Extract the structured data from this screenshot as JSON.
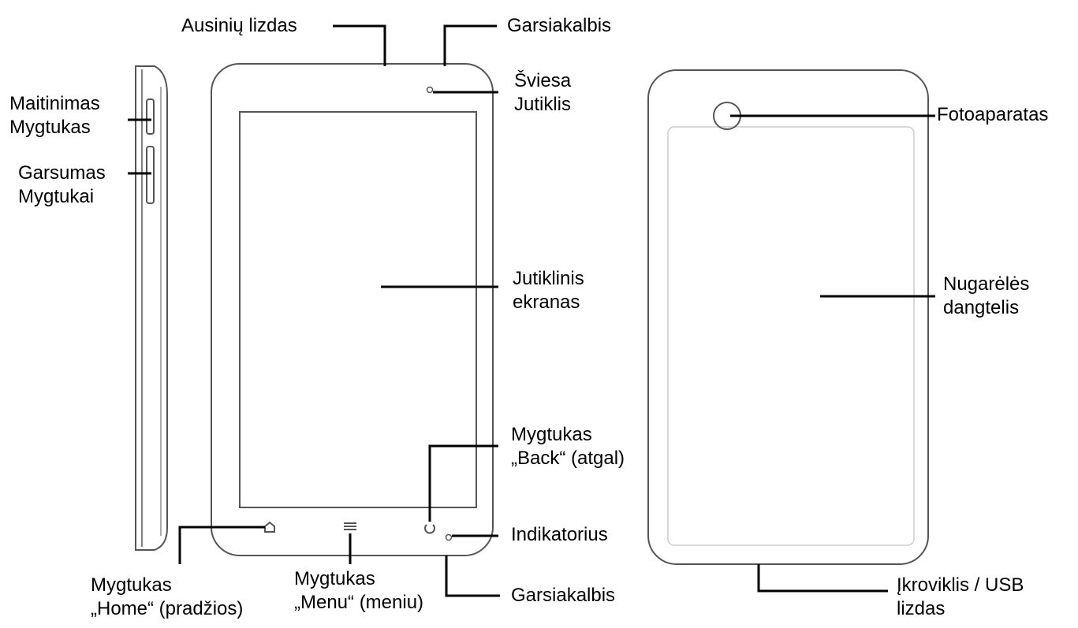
{
  "labels": {
    "headphone_jack": "Ausinių lizdas",
    "speaker_top": "Garsiakalbis",
    "light_sensor": [
      "Šviesa",
      "Jutiklis"
    ],
    "power_button": [
      "Maitinimas",
      "Mygtukas"
    ],
    "volume_buttons": [
      "Garsumas",
      "Mygtukai"
    ],
    "touchscreen": [
      "Jutiklinis",
      "ekranas"
    ],
    "back_button": [
      "Mygtukas",
      "„Back“ (atgal)"
    ],
    "indicator": "Indikatorius",
    "home_button": [
      "Mygtukas",
      "„Home“ (pradžios)"
    ],
    "menu_button": [
      "Mygtukas",
      "„Menu“ (meniu)"
    ],
    "speaker_bottom": "Garsiakalbis",
    "camera": "Fotoaparatas",
    "back_cover": [
      "Nugarėlės",
      "dangtelis"
    ],
    "charger_port": [
      "Įkroviklis / USB",
      "lizdas"
    ]
  },
  "colors": {
    "outline": "#555555",
    "leader": "#000000"
  }
}
